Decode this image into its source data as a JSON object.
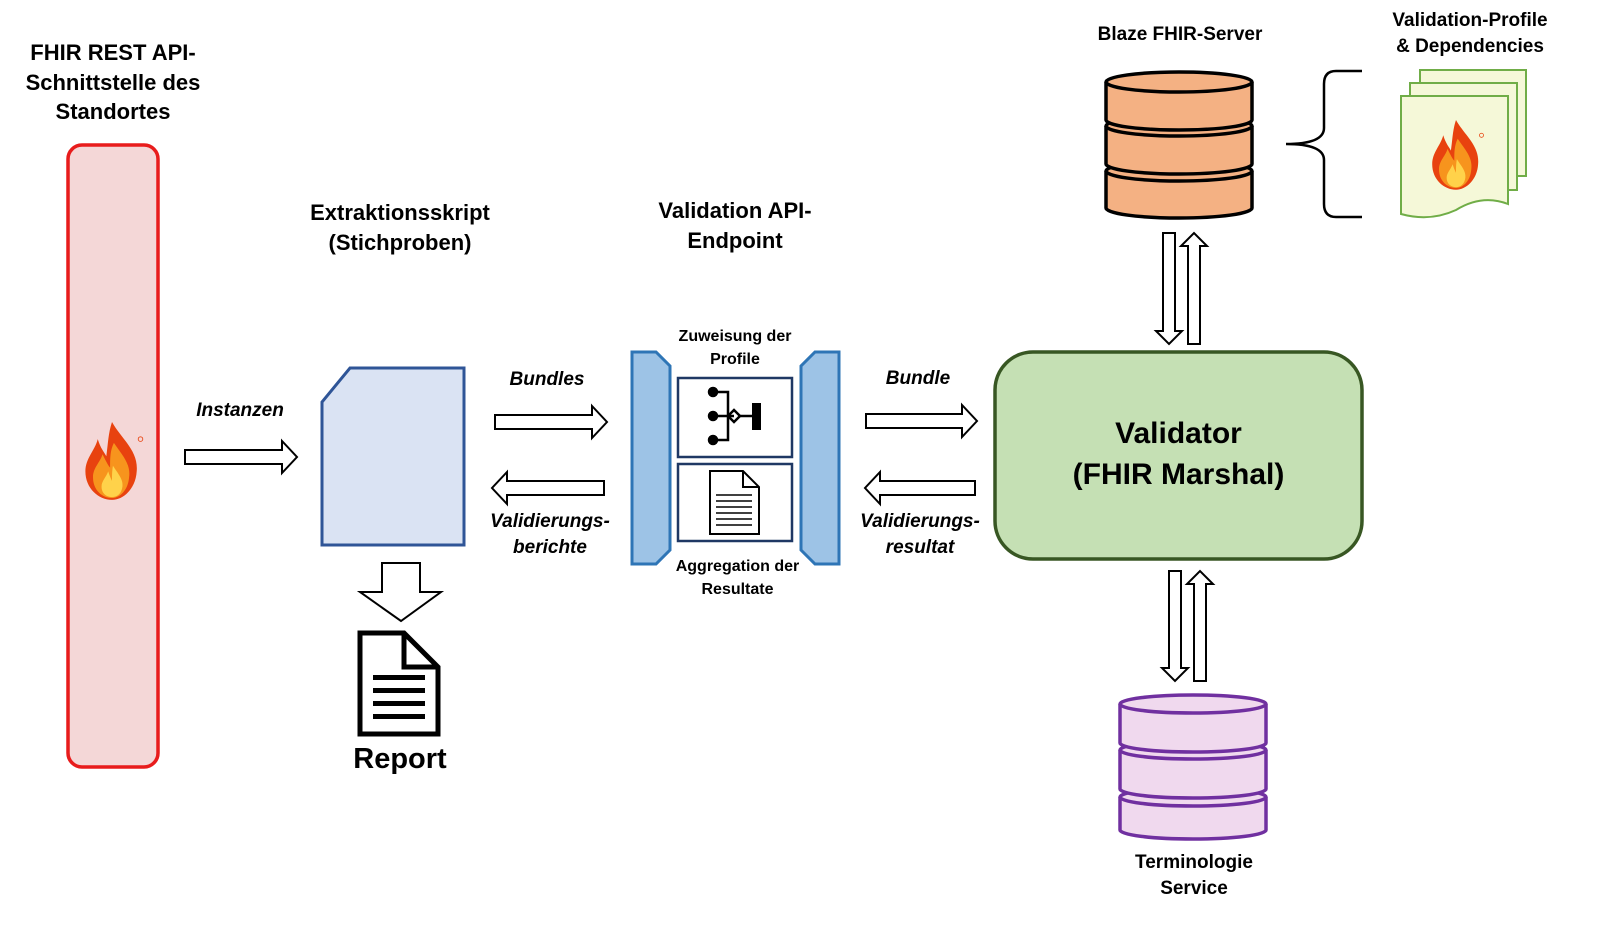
{
  "colors": {
    "fhir_api_fill": "#f4d7d7",
    "fhir_api_border": "#e81c1c",
    "script_fill": "#dae3f3",
    "script_border": "#2f5597",
    "endpoint_fill": "#9dc3e6",
    "endpoint_border": "#2e75b6",
    "validator_fill": "#c5e0b4",
    "validator_border": "#385723",
    "blaze_fill": "#f4b183",
    "blaze_border": "#000000",
    "terminology_fill": "#f0d9ee",
    "terminology_border": "#7030a0",
    "profile_fill": "#f5f8d8",
    "profile_border": "#70ad47"
  },
  "nodes": {
    "fhir_api": {
      "title": [
        "FHIR REST API-",
        "Schnittstelle des",
        "Standortes"
      ],
      "icon": "fhir-flame-icon"
    },
    "script": {
      "title": [
        "Extraktionsskript",
        "(Stichproben)"
      ]
    },
    "endpoint": {
      "title": [
        "Validation API-",
        "Endpoint"
      ],
      "assign_label": [
        "Zuweisung der",
        "Profile"
      ],
      "aggregate_label": [
        "Aggregation der",
        "Resultate"
      ],
      "assign_icon": "routing-icon",
      "aggregate_icon": "document-icon"
    },
    "validator": {
      "title": [
        "Validator",
        "(FHIR Marshal)"
      ]
    },
    "blaze": {
      "title": "Blaze FHIR-Server",
      "icon": "database-icon"
    },
    "profiles": {
      "title": [
        "Validation-Profile",
        "& Dependencies"
      ],
      "icon": "fhir-flame-icon"
    },
    "terminology": {
      "title": [
        "Terminologie",
        "Service"
      ],
      "icon": "database-icon"
    },
    "report": {
      "title": "Report",
      "icon": "document-icon"
    }
  },
  "edges": {
    "instanzen": "Instanzen",
    "bundles": "Bundles",
    "validierungsberichte": [
      "Validierungs-",
      "berichte"
    ],
    "bundle": "Bundle",
    "validierungsresultat": [
      "Validierungs-",
      "resultat"
    ]
  }
}
